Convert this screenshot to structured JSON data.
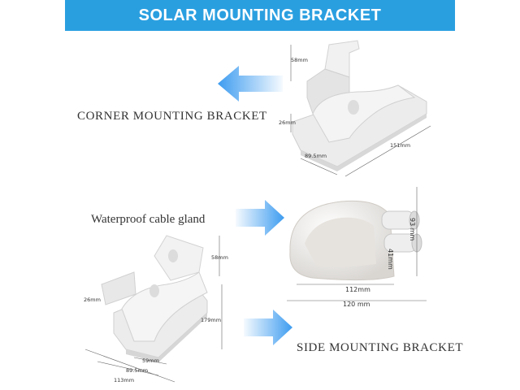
{
  "banner": {
    "title": "SOLAR MOUNTING BRACKET",
    "color": "#2a9fe0"
  },
  "arrow_color": "#4da6f0",
  "sections": {
    "corner": {
      "label": "CORNER MOUNTING BRACKET",
      "dims": {
        "height": "58mm",
        "depth": "26mm",
        "width": "89.5mm",
        "length": "151mm"
      }
    },
    "gland": {
      "label": "Waterproof cable gland",
      "dims": {
        "height": "93 mm",
        "inner": "41mm",
        "base": "112mm",
        "total": "120 mm"
      }
    },
    "side": {
      "label": "SIDE MOUNTING BRACKET",
      "dims": {
        "height": "58mm",
        "depth": "26mm",
        "length": "179mm",
        "top": "59mm",
        "mid": "89.5mm",
        "base": "113mm"
      }
    }
  }
}
